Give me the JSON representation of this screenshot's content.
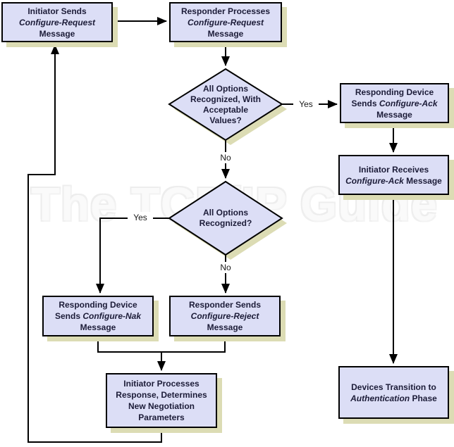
{
  "watermark": {
    "text": "The TCP/IP Guide"
  },
  "colors": {
    "node_fill": "#dcdef6",
    "node_border": "#000000",
    "shadow": "#dcdcb4",
    "text": "#1c1c38",
    "background": "#ffffff",
    "line": "#000000"
  },
  "nodes": {
    "initiator_sends": {
      "lines": [
        [
          {
            "t": "Initiator Sends"
          }
        ],
        [
          {
            "t": "Configure-Request",
            "i": true
          }
        ],
        [
          {
            "t": "Message"
          }
        ]
      ]
    },
    "responder_processes": {
      "lines": [
        [
          {
            "t": "Responder Processes"
          }
        ],
        [
          {
            "t": "Configure-Request",
            "i": true
          }
        ],
        [
          {
            "t": "Message"
          }
        ]
      ]
    },
    "decision_acceptable": {
      "lines": [
        [
          {
            "t": "All Options"
          }
        ],
        [
          {
            "t": "Recognized, With"
          }
        ],
        [
          {
            "t": "Acceptable"
          }
        ],
        [
          {
            "t": "Values?"
          }
        ]
      ]
    },
    "responding_sends_ack": {
      "lines": [
        [
          {
            "t": "Responding Device"
          }
        ],
        [
          {
            "t": "Sends "
          },
          {
            "t": "Configure-Ack",
            "i": true
          }
        ],
        [
          {
            "t": "Message"
          }
        ]
      ]
    },
    "initiator_receives_ack": {
      "lines": [
        [
          {
            "t": "Initiator Receives"
          }
        ],
        [
          {
            "t": "Configure-Ack",
            "i": true
          },
          {
            "t": " Message"
          }
        ]
      ]
    },
    "decision_recognized": {
      "lines": [
        [
          {
            "t": "All Options"
          }
        ],
        [
          {
            "t": "Recognized?"
          }
        ]
      ]
    },
    "responding_sends_nak": {
      "lines": [
        [
          {
            "t": "Responding Device"
          }
        ],
        [
          {
            "t": "Sends "
          },
          {
            "t": "Configure-Nak",
            "i": true
          }
        ],
        [
          {
            "t": "Message"
          }
        ]
      ]
    },
    "responder_sends_reject": {
      "lines": [
        [
          {
            "t": "Responder Sends"
          }
        ],
        [
          {
            "t": "Configure-Reject",
            "i": true
          }
        ],
        [
          {
            "t": "Message"
          }
        ]
      ]
    },
    "initiator_processes": {
      "lines": [
        [
          {
            "t": "Initiator Processes"
          }
        ],
        [
          {
            "t": "Response, Determines"
          }
        ],
        [
          {
            "t": "New Negotiation"
          }
        ],
        [
          {
            "t": "Parameters"
          }
        ]
      ]
    },
    "devices_transition": {
      "lines": [
        [
          {
            "t": "Devices Transition to"
          }
        ],
        [
          {
            "t": "Authentication",
            "i": true
          },
          {
            "t": " Phase"
          }
        ]
      ]
    }
  },
  "edge_labels": {
    "d1_yes": "Yes",
    "d1_no": "No",
    "d2_yes": "Yes",
    "d2_no": "No"
  }
}
